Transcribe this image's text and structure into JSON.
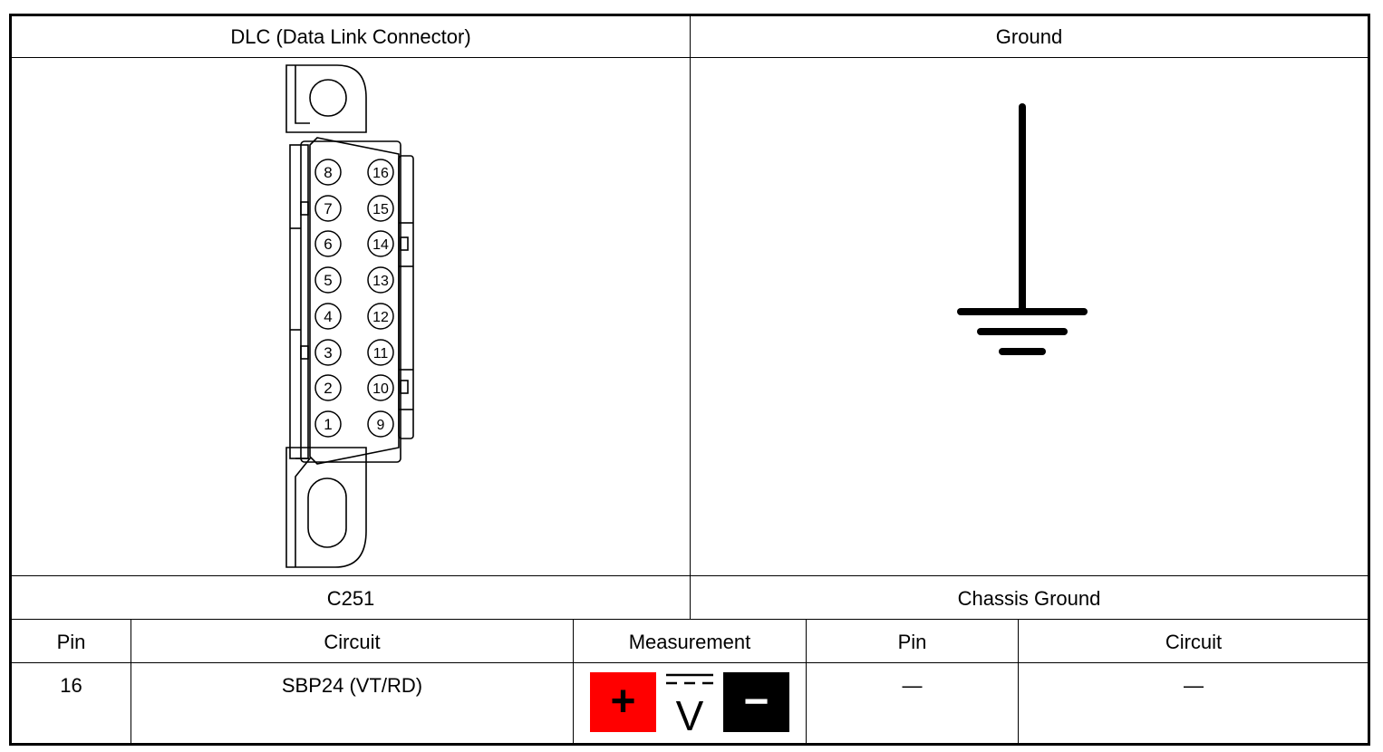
{
  "header": {
    "left_title": "DLC (Data Link Connector)",
    "right_title": "Ground"
  },
  "connector": {
    "id": "C251",
    "left_column_pins": [
      "8",
      "7",
      "6",
      "5",
      "4",
      "3",
      "2",
      "1"
    ],
    "right_column_pins": [
      "16",
      "15",
      "14",
      "13",
      "12",
      "11",
      "10",
      "9"
    ]
  },
  "ground": {
    "name": "Chassis Ground",
    "icon": "ground-symbol-icon"
  },
  "table": {
    "headers": {
      "pin": "Pin",
      "circuit": "Circuit",
      "measurement": "Measurement",
      "ground_pin": "Pin",
      "ground_circuit": "Circuit"
    },
    "row": {
      "pin": "16",
      "circuit": "SBP24 (VT/RD)",
      "measurement": {
        "positive_symbol": "+",
        "negative_symbol": "−",
        "meter_label": "V",
        "positive_color": "#ff0000",
        "negative_color": "#000000"
      },
      "ground_pin": "—",
      "ground_circuit": "—"
    }
  }
}
